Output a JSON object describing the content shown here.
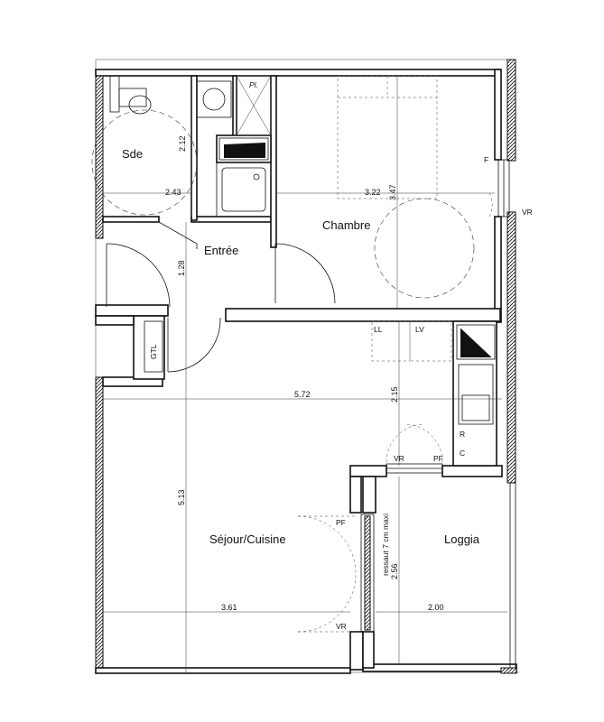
{
  "rooms": {
    "sde": "Sde",
    "entree": "Entrée",
    "chambre": "Chambre",
    "sejour": "Séjour/Cuisine",
    "loggia": "Loggia"
  },
  "dimensions": {
    "sde_height": "2.12",
    "sde_width": "2.43",
    "chambre_width": "3.22",
    "chambre_height": "3.47",
    "entree_height": "1.28",
    "sejour_width_total": "5.72",
    "cuisine_depth": "2.15",
    "sejour_height": "5.13",
    "sejour_width": "3.61",
    "loggia_width": "2.00",
    "loggia_height": "2.56"
  },
  "codes": {
    "placard": "Pl.",
    "fenetre": "F",
    "volet_chambre": "VR",
    "gtl": "GTL",
    "lave_linge": "LL",
    "lave_vaisselle": "LV",
    "refrigerateur": "R",
    "cuisson": "C",
    "volet_cuisine": "VR",
    "porte_fenetre_cuisine": "PF",
    "porte_fenetre_sejour": "PF",
    "volet_sejour": "VR",
    "ressaut": "ressaut 7 cm maxi"
  }
}
